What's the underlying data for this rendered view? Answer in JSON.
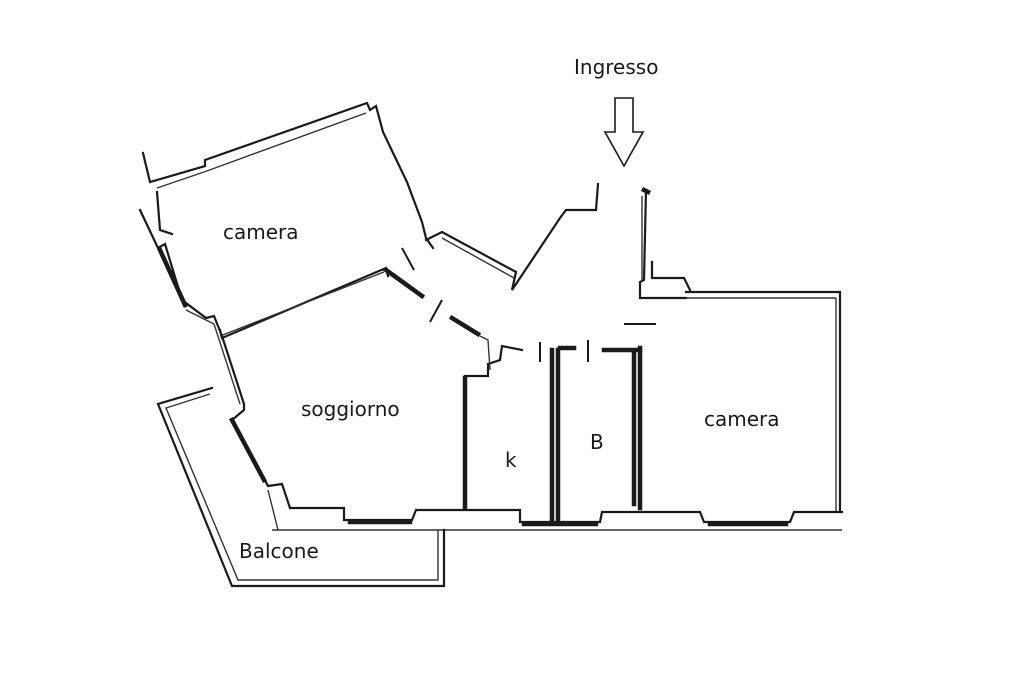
{
  "labels": {
    "entrance": "Ingresso",
    "bedroom_top": "camera",
    "living": "soggiorno",
    "kitchen": "k",
    "bath": "B",
    "bedroom_right": "camera",
    "balcony": "Balcone"
  },
  "colors": {
    "wall": "#1a1a1a",
    "background": "#ffffff"
  },
  "icons": {
    "entrance_arrow": "down-arrow-icon"
  }
}
